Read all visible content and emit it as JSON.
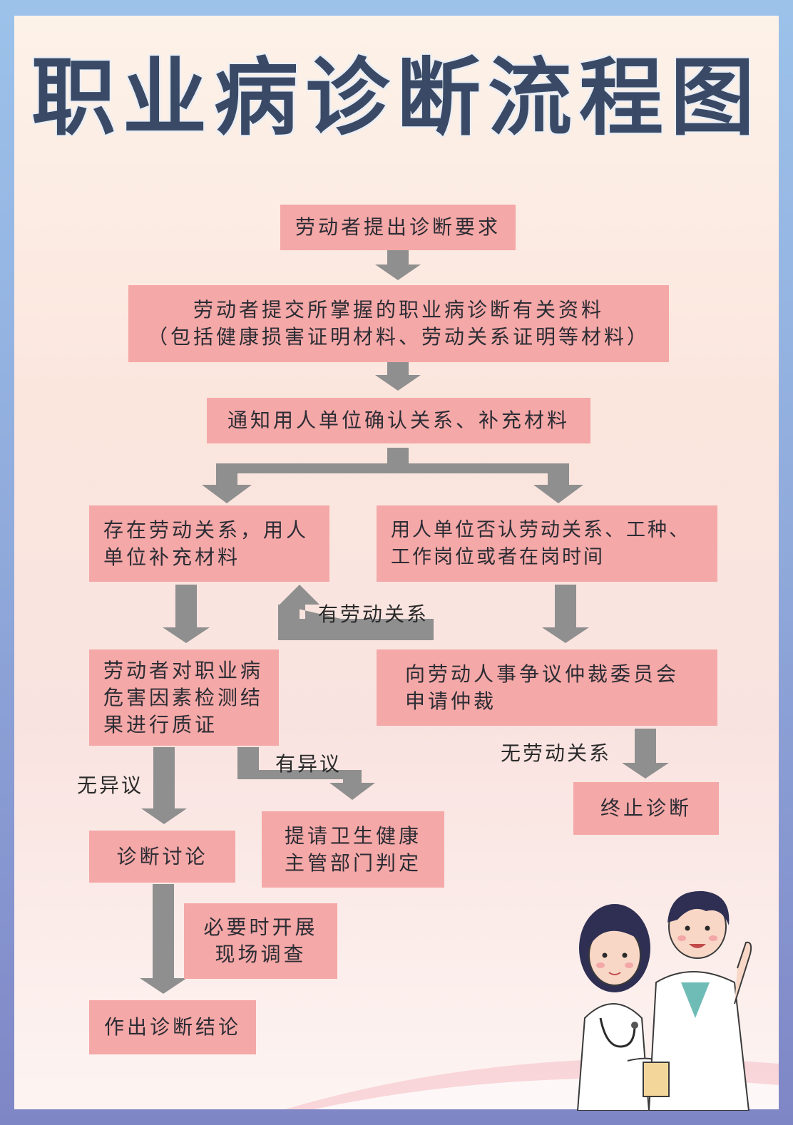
{
  "title": "职业病诊断流程图",
  "colors": {
    "box": "#f4a8a7",
    "arrow": "#8f8f8f",
    "title": "#3a4a66"
  },
  "nodes": {
    "step1": "劳动者提出诊断要求",
    "step2_line1": "劳动者提交所掌握的职业病诊断有关资料",
    "step2_line2": "（包括健康损害证明材料、劳动关系证明等材料）",
    "step3": "通知用人单位确认关系、补充材料",
    "left1_line1": "存在劳动关系，用人",
    "left1_line2": "单位补充材料",
    "right1_line1": "用人单位否认劳动关系、工种、",
    "right1_line2": "工作岗位或者在岗时间",
    "left2_line1": "劳动者对职业病",
    "left2_line2": "危害因素检测结",
    "left2_line3": "果进行质证",
    "right2_line1": "向劳动人事争议仲裁委员会",
    "right2_line2": "申请仲裁",
    "discuss": "诊断讨论",
    "submit_line1": "提请卫生健康",
    "submit_line2": "主管部门判定",
    "terminate": "终止诊断",
    "survey_line1": "必要时开展",
    "survey_line2": "现场调查",
    "conclusion": "作出诊断结论"
  },
  "edge_labels": {
    "has_relation": "有劳动关系",
    "no_objection": "无异议",
    "objection": "有异议",
    "no_relation": "无劳动关系"
  }
}
